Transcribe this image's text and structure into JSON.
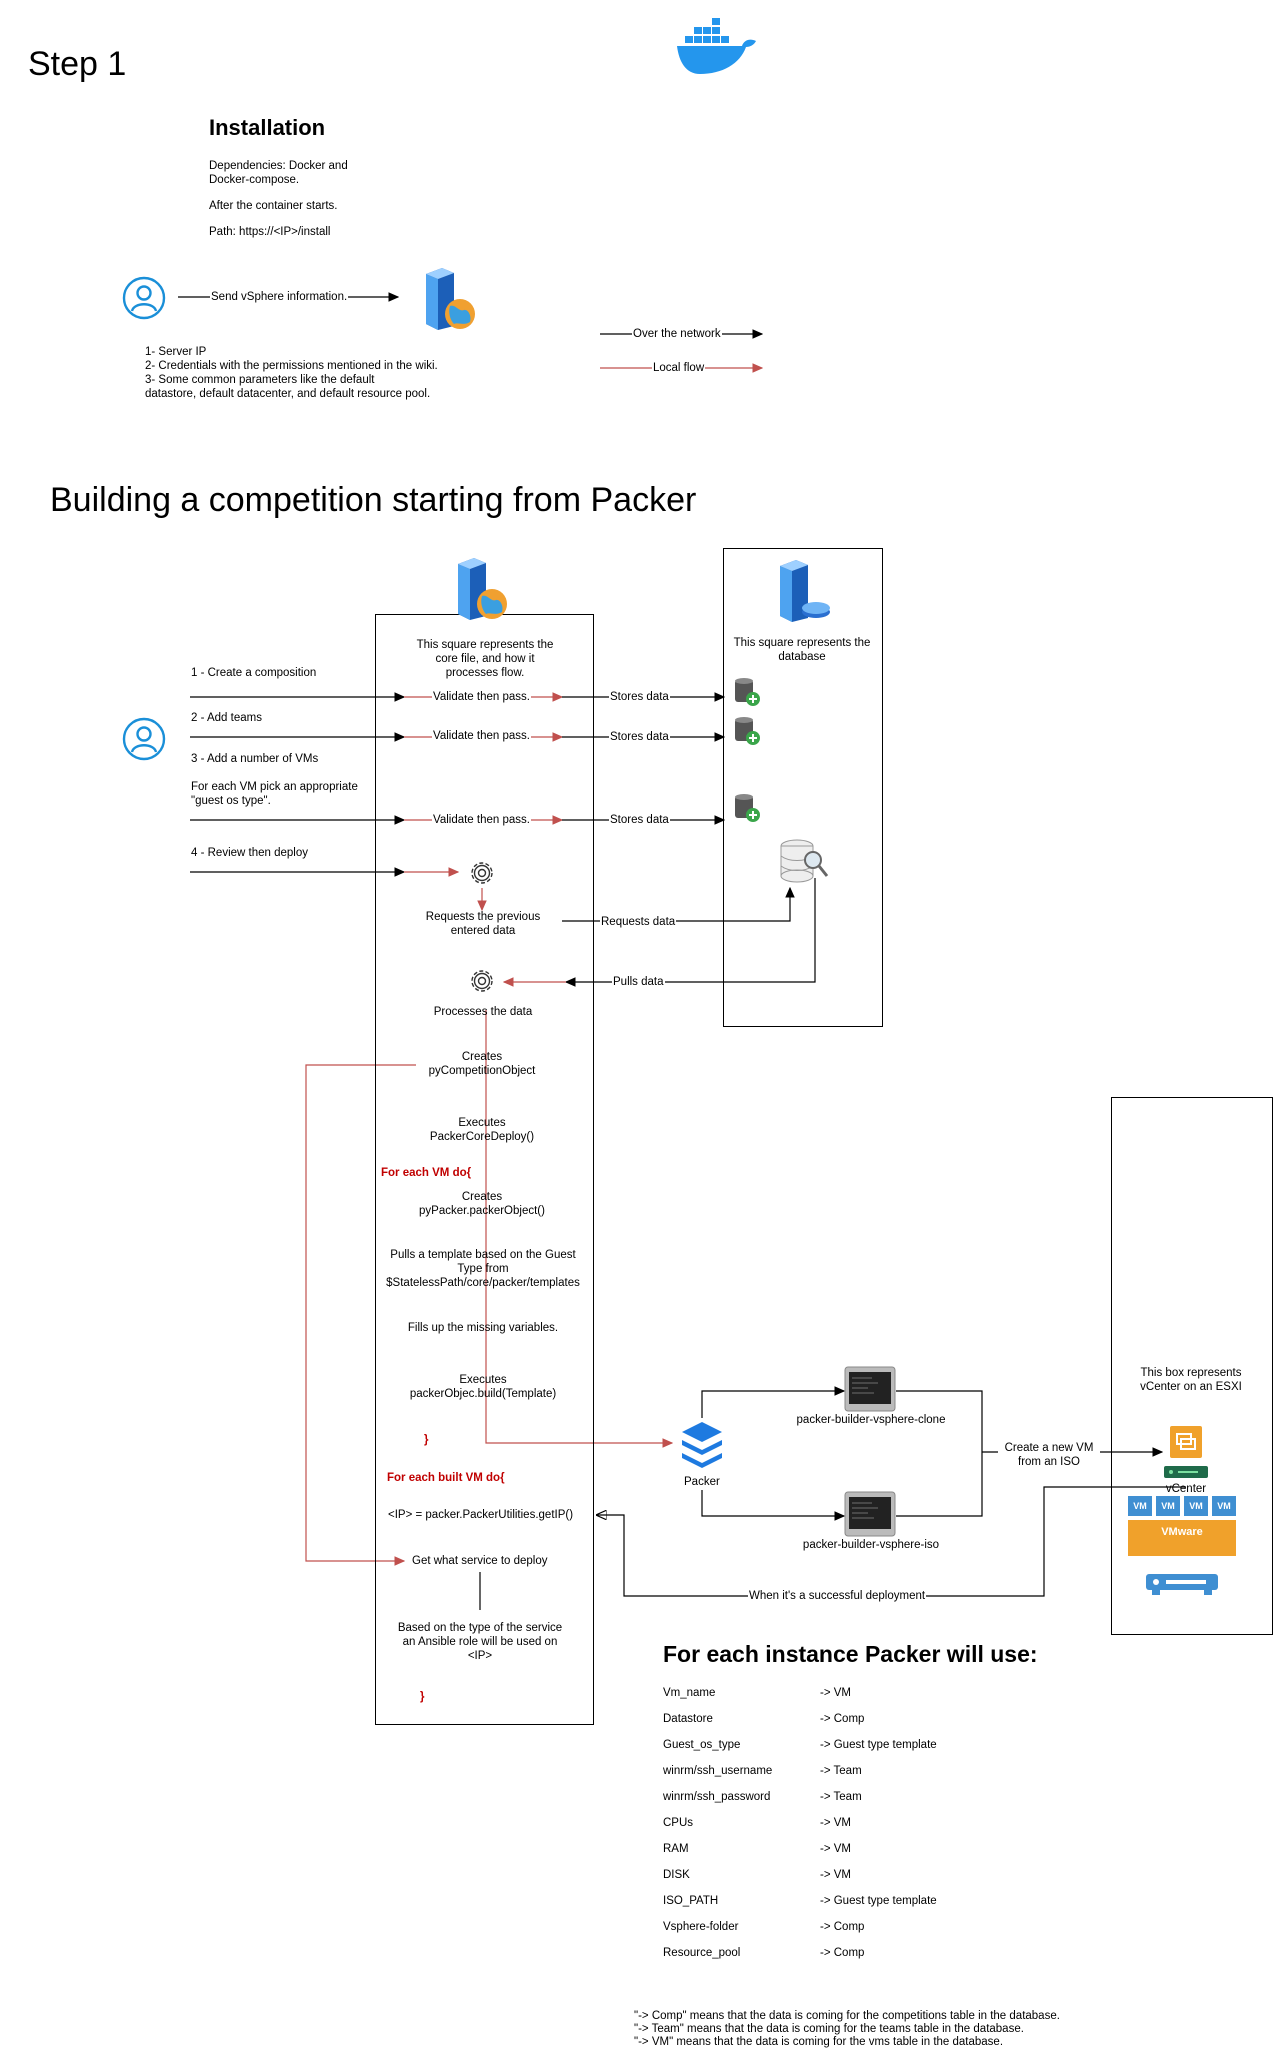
{
  "step1": {
    "title": "Step 1",
    "installation_title": "Installation",
    "dependencies": "Dependencies: Docker and Docker-compose.",
    "after_start": "After the container starts.",
    "path": "Path: https://<IP>/install",
    "send_label": "Send vSphere information.",
    "notes": [
      "1- Server IP",
      "2- Credentials with the permissions mentioned in the wiki.",
      "3- Some common parameters like the default",
      "datastore, default datacenter, and default  resource pool."
    ]
  },
  "legend": {
    "network": "Over the network",
    "local": "Local flow"
  },
  "section2": {
    "title": "Building a competition starting from Packer",
    "core_desc": "This square represents the core file, and how it processes flow.",
    "db_desc": "This square represents the database",
    "user_steps": [
      "1 - Create a composition",
      "2 - Add teams",
      "3 - Add a number of VMs",
      "For each VM pick an appropriate \"guest os type\".",
      "4 - Review then deploy"
    ],
    "validate": "Validate then pass.",
    "stores": "Stores data",
    "requests_prev": "Requests the previous entered data",
    "requests_data": "Requests data",
    "pulls_data": "Pulls data",
    "processes": "Processes the data",
    "creates_comp": "Creates pyCompetitionObject",
    "executes_core": "Executes PackerCoreDeploy()",
    "for_each_vm": "For each VM do{",
    "creates_packer": "Creates pyPacker.packerObject()",
    "pulls_template": "Pulls a template based on the Guest Type from $StatelessPath/core/packer/templates",
    "fills": "Fills up the missing variables.",
    "executes_build": "Executes packerObjec.build(Template)",
    "close_brace": "}",
    "for_each_built": "For each built VM do{",
    "getip": "<IP> = packer.PackerUtilities.getIP()",
    "get_service": "Get what service to deploy",
    "ansible": "Based on the type of the service an Ansible role will be used on <IP>",
    "close_brace2": "}"
  },
  "packer": {
    "label": "Packer",
    "clone": "packer-builder-vsphere-clone",
    "iso": "packer-builder-vsphere-iso",
    "create_vm": "Create a new VM from an ISO",
    "success": "When it's a successful deployment"
  },
  "vcenter": {
    "desc": "This box represents vCenter on an ESXI",
    "label": "vCenter",
    "vm": "VM",
    "vmware": "VMware"
  },
  "instance_table": {
    "title": "For each instance Packer will use:",
    "rows": [
      [
        "Vm_name",
        "-> VM"
      ],
      [
        "Datastore",
        "-> Comp"
      ],
      [
        "Guest_os_type",
        "-> Guest type template"
      ],
      [
        "winrm/ssh_username",
        "-> Team"
      ],
      [
        "winrm/ssh_password",
        "-> Team"
      ],
      [
        "CPUs",
        "-> VM"
      ],
      [
        "RAM",
        "-> VM"
      ],
      [
        "DISK",
        "-> VM"
      ],
      [
        "ISO_PATH",
        "-> Guest type template"
      ],
      [
        "Vsphere-folder",
        "-> Comp"
      ],
      [
        "Resource_pool",
        "-> Comp"
      ]
    ]
  },
  "footnotes": [
    "\"-> Comp\" means that the data is coming for the competitions table in the database.",
    "\"-> Team\" means that the data is coming for the teams table in the database.",
    "\"-> VM\" means that the data is coming for the vms table in the database."
  ],
  "colors": {
    "docker": "#2496ed",
    "user_icon": "#1a8fd8",
    "local_flow": "#c0504d",
    "vmware_orange": "#f0a12b",
    "vm_blue": "#3f8fd2"
  }
}
